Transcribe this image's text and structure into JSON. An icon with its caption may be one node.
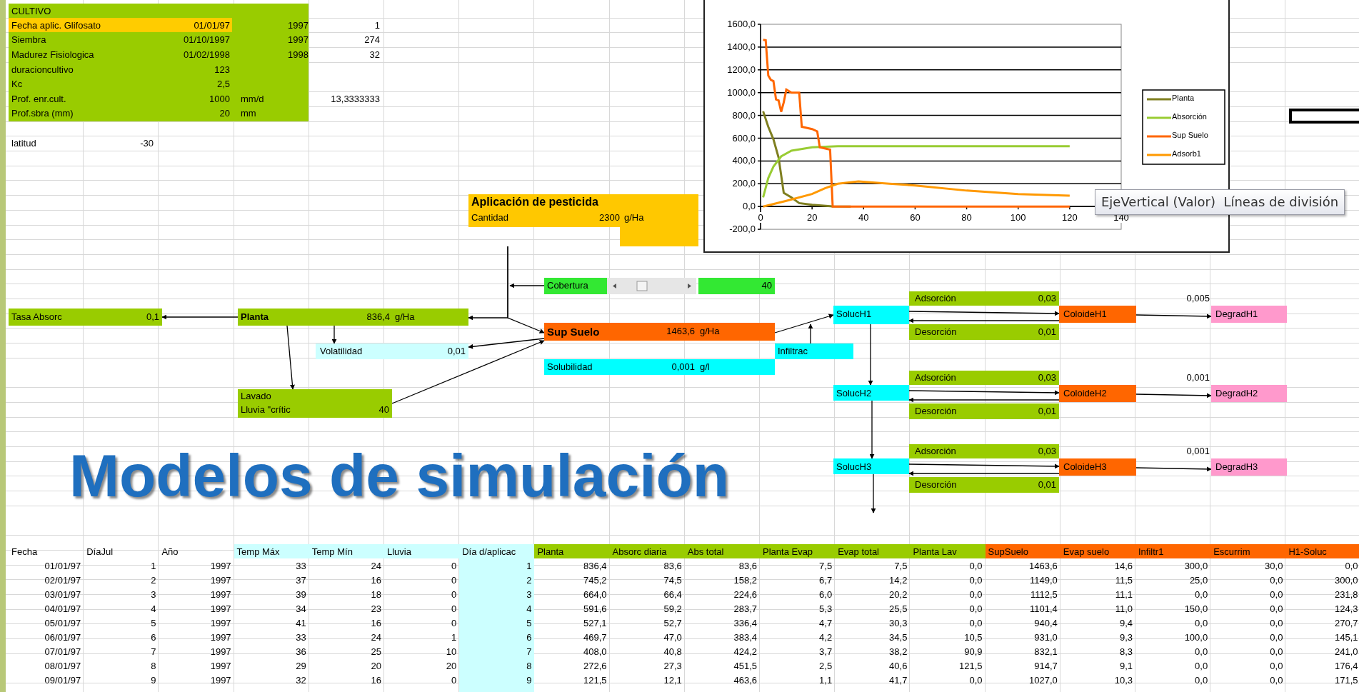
{
  "diagram": {
    "title": "Modelos de simulación",
    "nodes": [
      {
        "text": [
          "Aplicación de pesticida",
          "Cantidad",
          "2300",
          "g/Ha"
        ]
      },
      {
        "text": [
          "Cobertura",
          "40"
        ]
      },
      {
        "text": [
          "Tasa Absorc",
          "0,1"
        ]
      },
      {
        "text": [
          "Planta",
          "836,4",
          "g/Ha"
        ]
      },
      {
        "text": [
          "Sup Suelo",
          "1463,6",
          "g/Ha"
        ]
      },
      {
        "text": [
          "Volatilidad",
          "0,01"
        ]
      },
      {
        "text": [
          "Infiltrac"
        ]
      },
      {
        "text": [
          "Solubilidad",
          "0,001",
          "g/l"
        ]
      },
      {
        "text": [
          "Lavado",
          "Lluvia \"crític",
          "40"
        ]
      },
      {
        "text": [
          "Adsorción",
          "0,03"
        ]
      },
      {
        "text": [
          "SolucH1"
        ]
      },
      {
        "text": [
          "ColoideH1"
        ]
      },
      {
        "text": [
          "DegradH1"
        ]
      },
      {
        "text": [
          "Desorción",
          "0,01"
        ]
      },
      {
        "text": [
          "Adsorción",
          "0,03"
        ]
      },
      {
        "text": [
          "SolucH2"
        ]
      },
      {
        "text": [
          "ColoideH2"
        ]
      },
      {
        "text": [
          "DegradH2"
        ]
      },
      {
        "text": [
          "Desorción",
          "0,01"
        ]
      },
      {
        "text": [
          "Adsorción",
          "0,03"
        ]
      },
      {
        "text": [
          "SolucH3"
        ]
      },
      {
        "text": [
          "ColoideH3"
        ]
      },
      {
        "text": [
          "DegradH3"
        ]
      },
      {
        "text": [
          "Desorción",
          "0,01"
        ]
      }
    ],
    "edges": [
      {
        "from": 0,
        "to": 4,
        "arrow": "to"
      },
      {
        "from": 0,
        "to": 3,
        "arrow": "to"
      },
      {
        "from": 1,
        "to": null,
        "arrow": "to"
      },
      {
        "from": 3,
        "to": 2,
        "arrow": "to"
      },
      {
        "from": 3,
        "to": 5,
        "arrow": "to"
      },
      {
        "from": 3,
        "to": 8,
        "arrow": "to"
      },
      {
        "from": 4,
        "to": 5,
        "arrow": "to"
      },
      {
        "from": 8,
        "to": 4,
        "arrow": "to"
      },
      {
        "from": 4,
        "to": 10,
        "arrow": "to"
      },
      {
        "from": 6,
        "to": null,
        "arrow": "to"
      },
      {
        "from": 10,
        "to": 11,
        "arrow": "to"
      },
      {
        "from": 11,
        "to": 10,
        "arrow": "to"
      },
      {
        "from": 11,
        "to": 12,
        "arrow": "to",
        "label": "0,005"
      },
      {
        "from": 15,
        "to": 16,
        "arrow": "to"
      },
      {
        "from": 16,
        "to": 15,
        "arrow": "to"
      },
      {
        "from": 16,
        "to": 17,
        "arrow": "to",
        "label": "0,001"
      },
      {
        "from": 20,
        "to": 21,
        "arrow": "to"
      },
      {
        "from": 21,
        "to": 20,
        "arrow": "to"
      },
      {
        "from": 21,
        "to": 22,
        "arrow": "to",
        "label": "0,001"
      },
      {
        "from": 10,
        "to": 15,
        "arrow": "to"
      },
      {
        "from": 15,
        "to": 20,
        "arrow": "to"
      },
      {
        "from": 20,
        "to": null,
        "arrow": "to"
      }
    ],
    "labels": [
      "CULTIVO",
      "Fecha aplic. Glifosato",
      "01/01/97",
      "1997",
      "1",
      "Siembra",
      "01/10/1997",
      "1997",
      "274",
      "Madurez Fisiologica",
      "01/02/1998",
      "1998",
      "32",
      "duracioncultivo",
      "123",
      "Kc",
      "2,5",
      "Prof. enr.cult.",
      "1000",
      "mm/d",
      "13,3333333",
      "Prof.sbra (mm)",
      "20",
      "mm",
      "latitud",
      "-30",
      "1600,0",
      "1400,0",
      "1200,0",
      "1000,0",
      "800,0",
      "600,0",
      "400,0",
      "200,0",
      "0,0",
      "-200,0",
      "0",
      "20",
      "40",
      "60",
      "80",
      "100",
      "120",
      "140",
      "EjeVertical (Valor)  Líneas de división",
      "Fecha",
      "DíaJul",
      "Año",
      "Temp Máx",
      "Temp Mín",
      "Lluvia",
      "Día d/aplicac",
      "Planta",
      "Absorc diaria",
      "Abs total",
      "Planta Evap",
      "Evap total",
      "Planta Lav",
      "SupSuelo",
      "Evap suelo",
      "Infiltr1",
      "Escurrim",
      "H1-Soluc",
      "01/01/97",
      "1",
      "1997",
      "33",
      "24",
      "0",
      "1",
      "836,4",
      "83,6",
      "83,6",
      "7,5",
      "7,5",
      "0,0",
      "1463,6",
      "14,6",
      "300,0",
      "30,0",
      "0,0",
      "02/01/97",
      "2",
      "1997",
      "37",
      "16",
      "0",
      "2",
      "745,2",
      "74,5",
      "158,2",
      "6,7",
      "14,2",
      "0,0",
      "1149,0",
      "11,5",
      "25,0",
      "0,0",
      "300,0",
      "03/01/97",
      "3",
      "1997",
      "39",
      "18",
      "0",
      "3",
      "664,0",
      "66,4",
      "224,6",
      "6,0",
      "20,2",
      "0,0",
      "1112,5",
      "11,1",
      "0,0",
      "0,0",
      "231,8",
      "04/01/97",
      "4",
      "1997",
      "34",
      "23",
      "0",
      "4",
      "591,6",
      "59,2",
      "283,7",
      "5,3",
      "25,5",
      "0,0",
      "1101,4",
      "11,0",
      "150,0",
      "0,0",
      "124,3",
      "05/01/97",
      "5",
      "1997",
      "41",
      "16",
      "0",
      "5",
      "527,1",
      "52,7",
      "336,4",
      "4,7",
      "30,3",
      "0,0",
      "940,4",
      "9,4",
      "0,0",
      "0,0",
      "270,7",
      "06/01/97",
      "6",
      "1997",
      "33",
      "24",
      "1",
      "6",
      "469,7",
      "47,0",
      "383,4",
      "4,2",
      "34,5",
      "10,5",
      "931,0",
      "9,3",
      "100,0",
      "0,0",
      "145,1",
      "07/01/97",
      "7",
      "1997",
      "36",
      "25",
      "10",
      "7",
      "408,0",
      "40,8",
      "424,2",
      "3,7",
      "38,2",
      "90,9",
      "832,1",
      "8,3",
      "0,0",
      "0,0",
      "241,0",
      "08/01/97",
      "8",
      "1997",
      "29",
      "20",
      "20",
      "8",
      "272,6",
      "27,3",
      "451,5",
      "2,5",
      "40,6",
      "121,5",
      "914,7",
      "9,1",
      "0,0",
      "0,0",
      "176,4",
      "09/01/97",
      "9",
      "1997",
      "32",
      "16",
      "0",
      "9",
      "121,5",
      "12,1",
      "463,6",
      "1,1",
      "41,7",
      "0,0",
      "1027,0",
      "10,3",
      "0,0",
      "0,0",
      "171,5"
    ],
    "legend": [
      {
        "text": "Planta"
      },
      {
        "text": "Absorción"
      },
      {
        "text": "Sup Suelo"
      },
      {
        "text": "Adsorb1"
      }
    ]
  }
}
